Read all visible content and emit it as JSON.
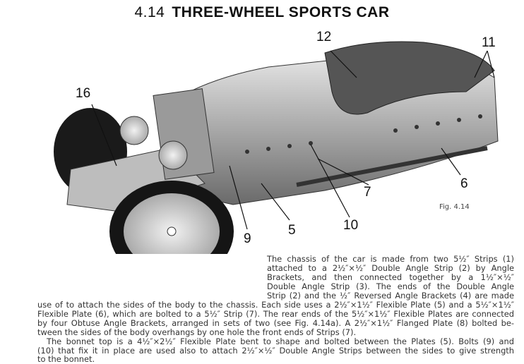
{
  "title": {
    "number": "4.14",
    "text": "THREE-WHEEL SPORTS CAR"
  },
  "figure": {
    "label": "Fig. 4.14",
    "callouts": [
      "16",
      "12",
      "11",
      "6",
      "7",
      "10",
      "5",
      "9"
    ]
  },
  "body": {
    "lines": [
      "The chassis of the car is made from two 5½″ Strips (1)",
      "attached to a 2½″×½″ Double Angle Strip (2) by Angle",
      "Brackets, and then connected together by a 1½″×½″",
      "Double Angle Strip (3). The ends of the Double Angle",
      "Strip (2) and the ½″ Reversed Angle Brackets (4) are made",
      "use of to attach the sides of the body to the chassis. Each side uses a 2½″×1½″ Flexible Plate (5) and a 5½″×1½″",
      "Flexible Plate (6), which are bolted to a 5½″ Strip (7). The rear ends of the 5½″×1½″ Flexible Plates are connected",
      "by four Obtuse Angle Brackets, arranged in sets of two (see Fig. 4.14a). A 2½″×1½″ Flanged Plate (8) bolted be-",
      "tween the sides of the body overhangs by one hole the front ends of Strips (7).",
      "The bonnet top is a 4½″×2½″ Flexible Plate bent to shape and bolted between the Plates (5). Bolts (9) and",
      "(10) that fix it in place are used also to attach 2½″×½″ Double Angle Strips between the sides to give strength",
      "to the bonnet."
    ]
  }
}
